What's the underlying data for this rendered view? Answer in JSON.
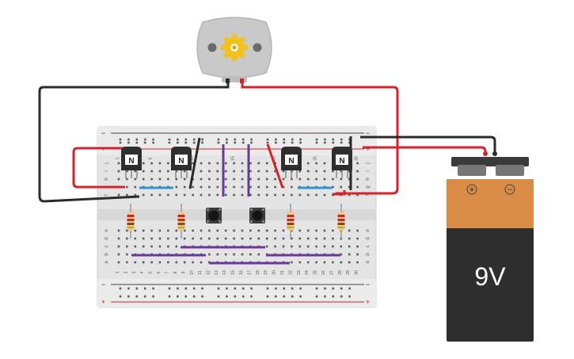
{
  "battery": {
    "label": "9V",
    "plus_symbol": "+",
    "minus_symbol": "−"
  },
  "transistors": [
    {
      "label": "N"
    },
    {
      "label": "N"
    },
    {
      "label": "N"
    },
    {
      "label": "N"
    }
  ],
  "breadboard": {
    "rail_plus": "+",
    "rail_minus": "−",
    "columns": [
      "1",
      "2",
      "3",
      "4",
      "5",
      "6",
      "7",
      "8",
      "9",
      "10",
      "11",
      "12",
      "13",
      "14",
      "15",
      "16",
      "17",
      "18",
      "19",
      "20",
      "21",
      "22",
      "23",
      "24",
      "25",
      "26",
      "27",
      "28",
      "29",
      "30"
    ],
    "top_rows": [
      "j",
      "i",
      "h",
      "g",
      "f"
    ],
    "bottom_rows": [
      "e",
      "d",
      "c",
      "b",
      "a"
    ],
    "top_header_columns": [
      "1",
      "5",
      "10",
      "15",
      "20",
      "25",
      "30"
    ]
  },
  "colors": {
    "wire_red": "#d0262b",
    "wire_black": "#2b2b2b",
    "wire_purple": "#6a3a9a",
    "wire_blue": "#2f93d6",
    "battery_body": "#d98c46",
    "battery_dark": "#333333"
  },
  "icons": [
    "motor-icon",
    "gear-icon",
    "pushbutton-icon",
    "resistor-icon"
  ]
}
